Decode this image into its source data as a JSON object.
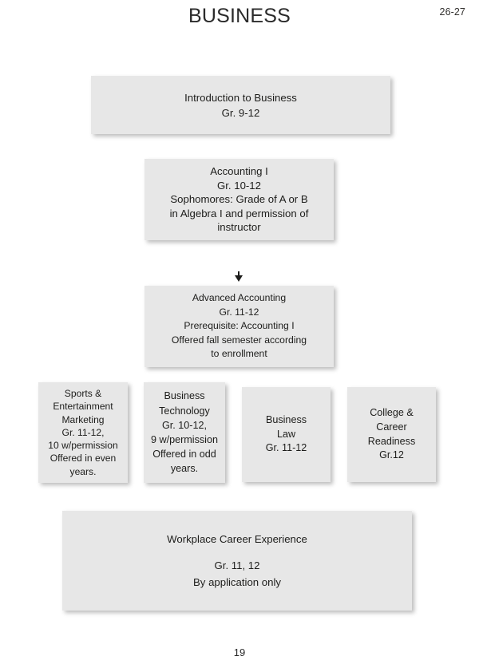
{
  "header": {
    "title": "BUSINESS",
    "year": "26-27"
  },
  "footer": {
    "page_number": "19"
  },
  "colors": {
    "node_fill": "#e7e7e7",
    "text": "#1d1d1b",
    "page_background": "#ffffff"
  },
  "flowchart": {
    "nodes": [
      {
        "id": "intro-to-business",
        "lines": [
          "Introduction to Business",
          "Gr. 9-12"
        ]
      },
      {
        "id": "accounting-1",
        "lines": [
          "Accounting I",
          "Gr. 10-12",
          "Sophomores: Grade of A or B",
          "in Algebra I and permission of",
          "instructor"
        ]
      },
      {
        "id": "advanced-accounting",
        "lines": [
          "Advanced Accounting",
          "Gr. 11-12",
          "Prerequisite: Accounting I",
          "Offered fall semester according",
          "to enrollment"
        ]
      },
      {
        "id": "sports-entertainment-marketing",
        "lines": [
          "Sports &",
          "Entertainment",
          "Marketing",
          "Gr. 11-12,",
          "10 w/permission",
          "Offered in even",
          "years."
        ]
      },
      {
        "id": "business-technology",
        "lines": [
          "Business",
          "Technology",
          "Gr. 10-12,",
          "9 w/permission",
          "Offered in odd",
          "years."
        ]
      },
      {
        "id": "business-law",
        "lines": [
          "Business",
          "Law",
          "Gr. 11-12"
        ]
      },
      {
        "id": "college-career-readiness",
        "lines": [
          "College &",
          "Career",
          "Readiness",
          "Gr.12"
        ]
      },
      {
        "id": "workplace-career-experience",
        "lines": [
          "Workplace Career Experience",
          "",
          "Gr. 11, 12",
          "By application only"
        ]
      }
    ],
    "connectors": [
      {
        "id": "accounting1-to-advanced-accounting",
        "icon": "arrow-down-icon",
        "from": "accounting-1",
        "to": "advanced-accounting"
      }
    ]
  }
}
